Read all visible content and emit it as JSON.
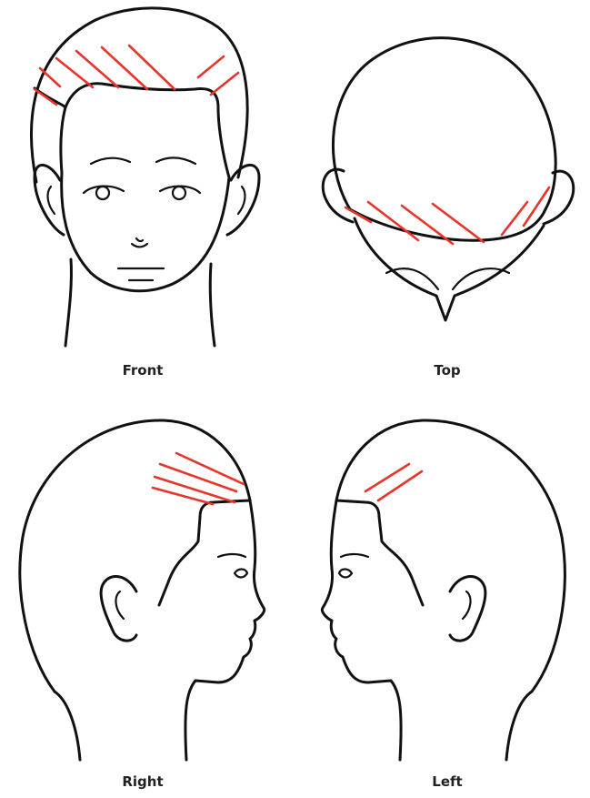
{
  "views": {
    "front": {
      "label": "Front"
    },
    "top": {
      "label": "Top"
    },
    "right": {
      "label": "Right"
    },
    "left": {
      "label": "Left"
    }
  },
  "colors": {
    "outline": "#111111",
    "hairline_mark": "#e8352b",
    "label_text": "#222222",
    "background": "#ffffff"
  }
}
